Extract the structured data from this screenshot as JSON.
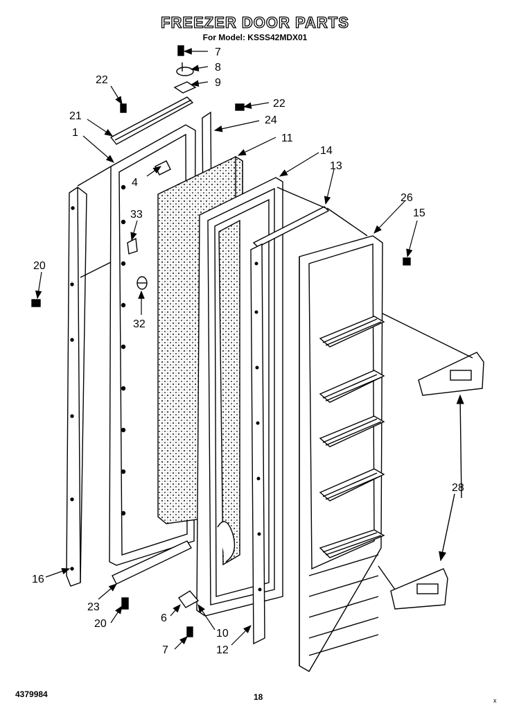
{
  "title": "FREEZER DOOR PARTS",
  "subtitle": "For Model: KSSS42MDX01",
  "doc_number": "4379984",
  "page_number": "18",
  "corner_mark": "x",
  "callouts": {
    "c7a": "7",
    "c8": "8",
    "c9": "9",
    "c22a": "22",
    "c22b": "22",
    "c21": "21",
    "c24": "24",
    "c1": "1",
    "c11": "11",
    "c14": "14",
    "c13": "13",
    "c4": "4",
    "c26": "26",
    "c15": "15",
    "c33": "33",
    "c20a": "20",
    "c32": "32",
    "c28": "28",
    "c16": "16",
    "c23": "23",
    "c20b": "20",
    "c6": "6",
    "c10": "10",
    "c7b": "7",
    "c12": "12"
  }
}
